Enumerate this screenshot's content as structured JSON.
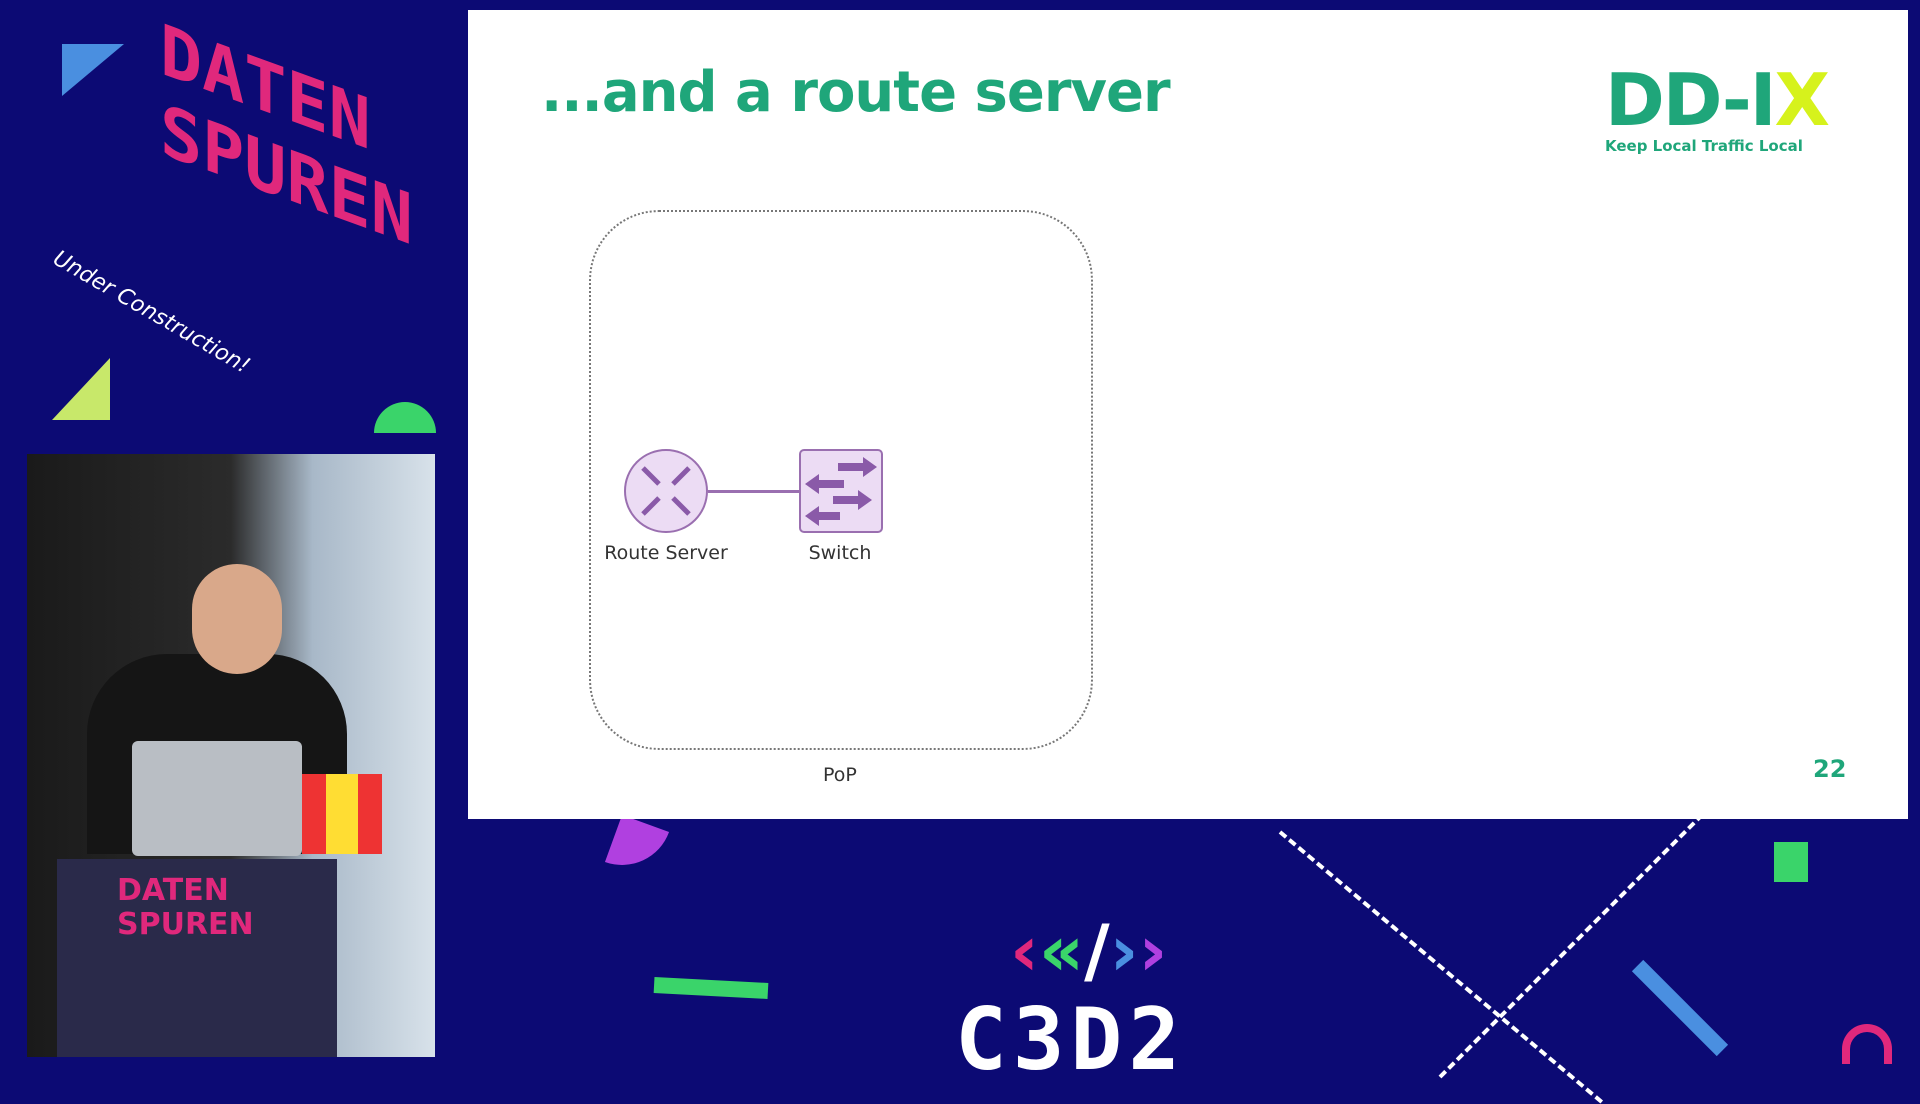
{
  "conference": {
    "name": "DATEN SPUREN",
    "subtitle": "Under Construction!",
    "footer_logo": "C3D2"
  },
  "slide": {
    "title": "...and a route server",
    "logo": {
      "mark": "DD-IX",
      "tagline": "Keep Local Traffic Local"
    },
    "diagram": {
      "group_label": "PoP",
      "nodes": [
        {
          "label": "Route Server"
        },
        {
          "label": "Switch"
        }
      ]
    },
    "page_number": "22"
  },
  "colors": {
    "brand_green": "#1fa67a",
    "accent_lime": "#d6f21c",
    "node_purple": "#9a6fb0",
    "background": "#0c0a74"
  }
}
